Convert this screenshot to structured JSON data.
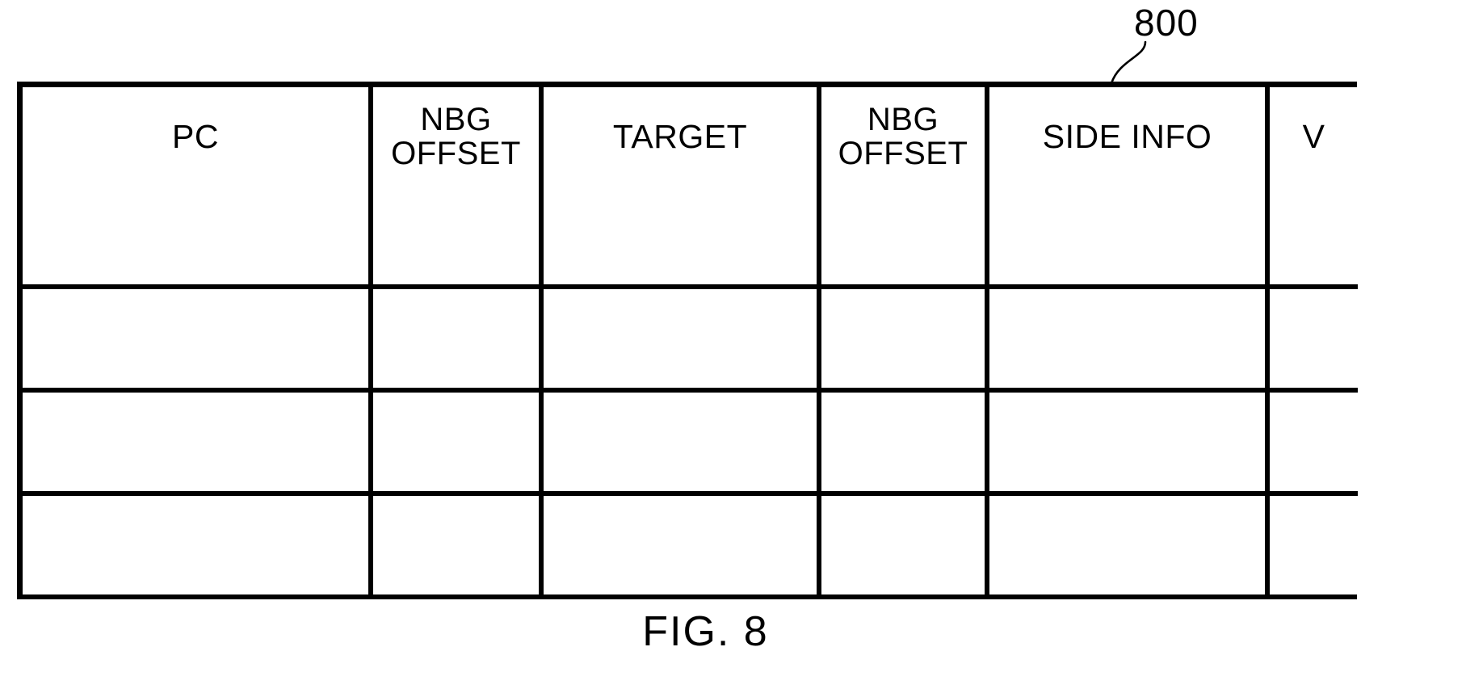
{
  "figure": {
    "caption": "FIG. 8",
    "reference_numeral": "800",
    "leader_icon": "leader-line-curve"
  },
  "table": {
    "name": "branch-target-buffer-entry-table",
    "columns": [
      {
        "key": "pc",
        "label": "PC",
        "lines": [
          "PC"
        ]
      },
      {
        "key": "nbg1",
        "label": "NBG OFFSET",
        "lines": [
          "NBG",
          "OFFSET"
        ]
      },
      {
        "key": "target",
        "label": "TARGET",
        "lines": [
          "TARGET"
        ]
      },
      {
        "key": "nbg2",
        "label": "NBG OFFSET",
        "lines": [
          "NBG",
          "OFFSET"
        ]
      },
      {
        "key": "side",
        "label": "SIDE INFO",
        "lines": [
          "SIDE INFO"
        ]
      },
      {
        "key": "v",
        "label": "V",
        "lines": [
          "V"
        ]
      }
    ],
    "rows": [
      {
        "pc": "",
        "nbg1": "",
        "target": "",
        "nbg2": "",
        "side": "",
        "v": ""
      },
      {
        "pc": "",
        "nbg1": "",
        "target": "",
        "nbg2": "",
        "side": "",
        "v": ""
      },
      {
        "pc": "",
        "nbg1": "",
        "target": "",
        "nbg2": "",
        "side": "",
        "v": ""
      },
      {
        "pc": "",
        "nbg1": "",
        "target": "",
        "nbg2": "",
        "side": "",
        "v": ""
      }
    ]
  },
  "colors": {
    "ink": "#000000",
    "paper": "#ffffff"
  }
}
